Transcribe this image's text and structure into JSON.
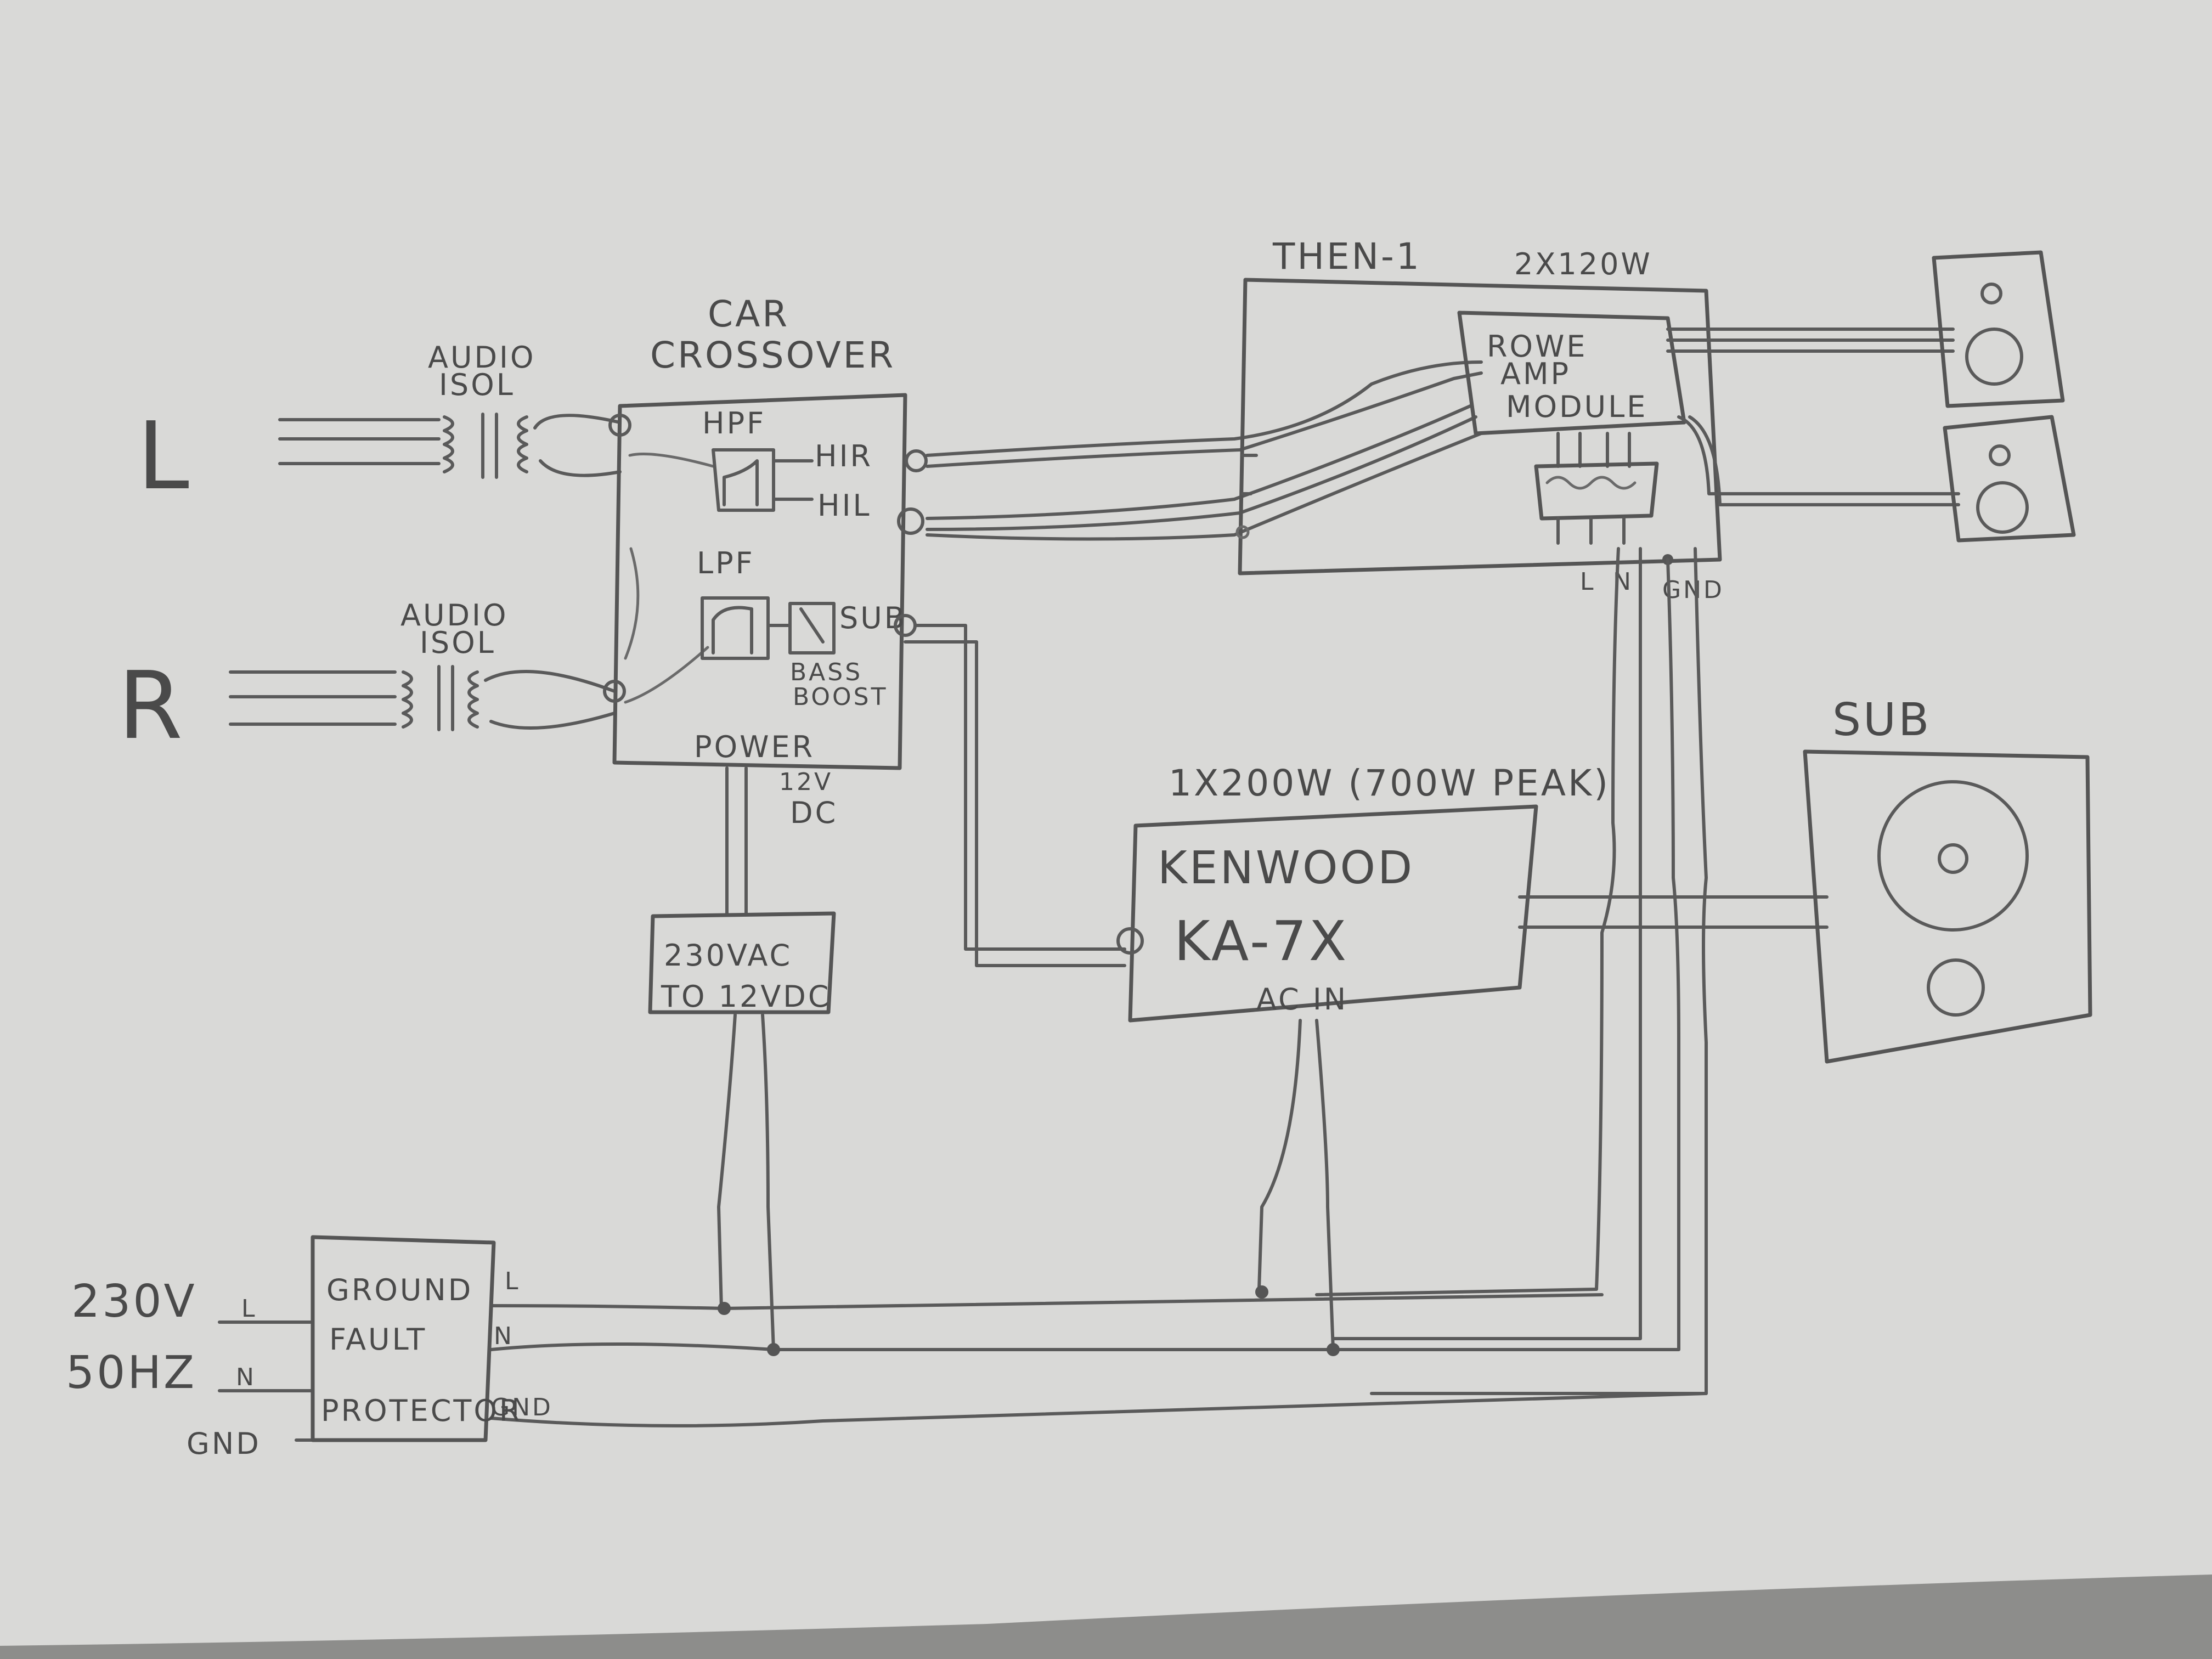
{
  "inputs": {
    "left": "L",
    "right": "R"
  },
  "audio_isolators": [
    {
      "line1": "AUDIO",
      "line2": "ISOL"
    },
    {
      "line1": "AUDIO",
      "line2": "ISOL"
    }
  ],
  "crossover": {
    "title_line1": "CAR",
    "title_line2": "CROSSOVER",
    "hpf": "HPF",
    "lpf": "LPF",
    "hi_r": "HIR",
    "hi_l": "HIL",
    "sub": "SUB",
    "bass_boost_line1": "BASS",
    "bass_boost_line2": "BOOST",
    "power": "POWER",
    "dc_line1": "12V",
    "dc_line2": "DC"
  },
  "psu": {
    "line1": "230VAC",
    "line2": "TO 12VDC"
  },
  "then1": {
    "title": "THEN-1",
    "rating": "2X120W"
  },
  "amp_module": {
    "line1": "ROWE",
    "line2": "AMP",
    "line3": "MODULE"
  },
  "then1_terminals": {
    "l": "L",
    "n": "N",
    "gnd": "GND"
  },
  "kenwood": {
    "rating": "1X200W (700W PEAK)",
    "brand": "KENWOOD",
    "model": "KA-7X",
    "ac_in": "AC IN"
  },
  "sub": {
    "label": "SUB"
  },
  "mains": {
    "voltage": "230V",
    "freq": "50HZ",
    "gnd": "GND",
    "l": "L",
    "n": "N"
  },
  "gfp": {
    "line1": "GROUND",
    "line2": "FAULT",
    "line3": "PROTECTOR",
    "l": "L",
    "n": "N",
    "gnd": "GND"
  }
}
